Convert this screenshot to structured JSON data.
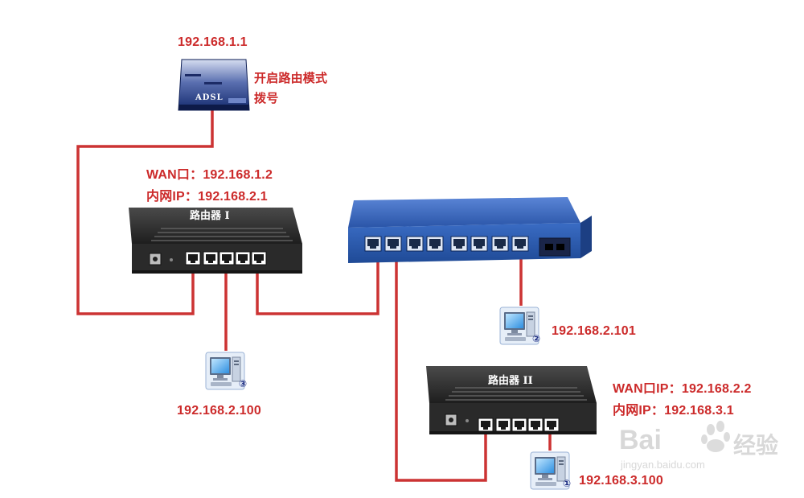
{
  "adsl": {
    "ip": "192.168.1.1",
    "device_label": "ADSL",
    "note_line1": "开启路由模式",
    "note_line2": "拨号"
  },
  "router1": {
    "title": "路由器 I",
    "wan": "WAN口：192.168.1.2",
    "lan": "内网IP：192.168.2.1"
  },
  "router2": {
    "title": "路由器 II",
    "wan": "WAN口IP：192.168.2.2",
    "lan": "内网IP：192.168.3.1"
  },
  "pcs": [
    {
      "marker": "③",
      "ip": "192.168.2.100"
    },
    {
      "marker": "②",
      "ip": "192.168.2.101"
    },
    {
      "marker": "①",
      "ip": "192.168.3.100"
    }
  ],
  "watermark": {
    "brand": "Bai",
    "brand_suffix": "经验",
    "url": "jingyan.baidu.com"
  },
  "colors": {
    "cable": "#cc3333",
    "label": "#cc2a2a",
    "switch": "#2e5fb8",
    "router": "#2b2b2b"
  }
}
